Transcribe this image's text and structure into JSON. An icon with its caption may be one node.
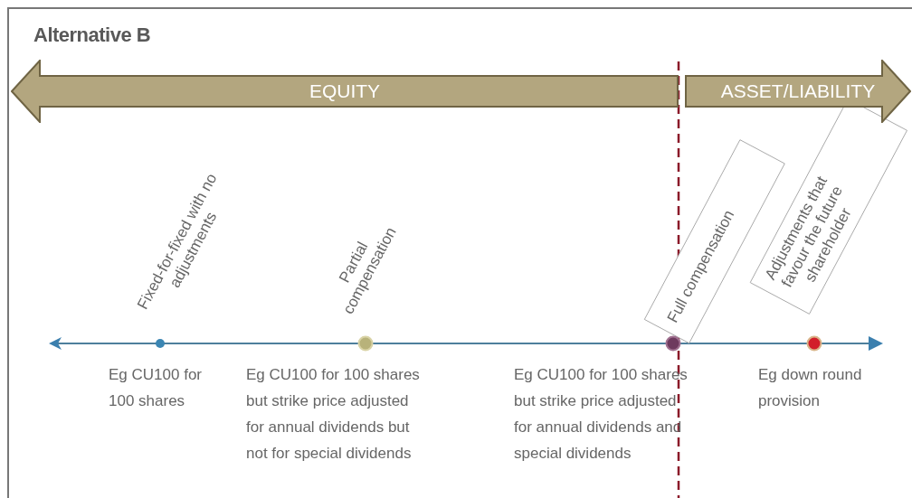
{
  "diagram": {
    "title": "Alternative B",
    "nodes": [
      {
        "text": [
          "EQUITY"
        ]
      },
      {
        "text": [
          "ASSET/LIABILITY"
        ]
      },
      {
        "text": [
          "Full compensation"
        ]
      },
      {
        "text": [
          "Adjustments that favour the future shareholder"
        ]
      }
    ],
    "labels": [
      "Fixed-for-fixed with no adjustments",
      "Partial compensation",
      "Eg CU100 for 100 shares",
      "Eg CU100 for 100 shares but strike price adjusted for annual dividends but not for special dividends",
      "Eg CU100 for 100 shares but strike price adjusted for annual dividends and special dividends",
      "Eg down round provision"
    ]
  }
}
